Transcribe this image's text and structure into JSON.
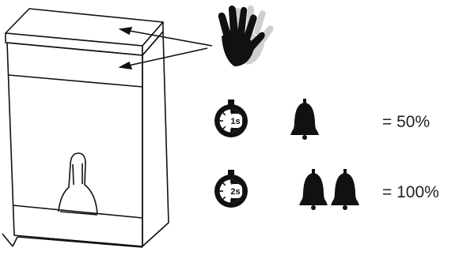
{
  "rows": [
    {
      "timer_label": "1s",
      "bell_count": 1,
      "result": "= 50%"
    },
    {
      "timer_label": "2s",
      "bell_count": 2,
      "result": "= 100%"
    }
  ],
  "icons": {
    "gesture": "hand-icon",
    "timer": "timer-icon",
    "bell": "bell-icon"
  },
  "colors": {
    "ink": "#111111",
    "text": "#222222",
    "face": "#ffffff"
  }
}
